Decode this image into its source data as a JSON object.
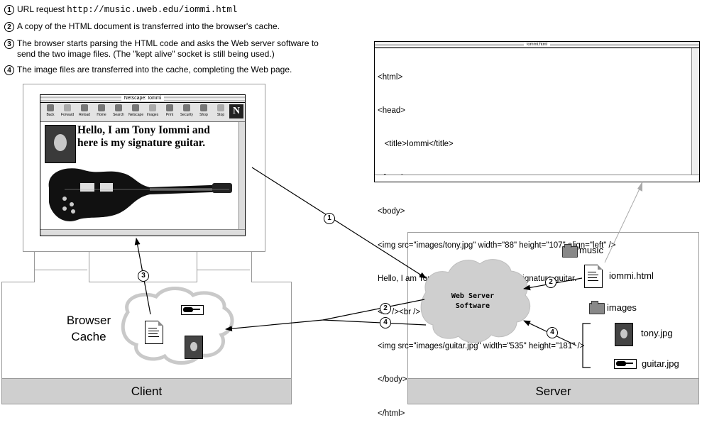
{
  "steps": [
    {
      "num": "1",
      "text": "URL request ",
      "code": "http://music.uweb.edu/iommi.html"
    },
    {
      "num": "2",
      "text": "A copy of the HTML document is transferred into the browser's cache."
    },
    {
      "num": "3",
      "text_line1": "The browser starts parsing the HTML code and asks the Web server software to",
      "text_line2": "send the two image files. (The \"kept alive\" socket is still being used.)"
    },
    {
      "num": "4",
      "text": "The image files are transferred into the cache, completing the Web page."
    }
  ],
  "browser": {
    "title": "Netscape: Iommi",
    "toolbar": [
      "Back",
      "Forward",
      "Reload",
      "Home",
      "Search",
      "Netscape",
      "Images",
      "Print",
      "Security",
      "Shop",
      "Stop"
    ],
    "logo": "N",
    "headline_line1": "Hello, I am Tony Iommi and",
    "headline_line2": "here is my signature guitar."
  },
  "code_window": {
    "title": "iommi.html",
    "lines": [
      "<html>",
      "<head>",
      "   <title>Iommi</title>",
      "</head>",
      "<body>",
      "<img src=\"images/tony.jpg\" width=\"88\" height=\"107\" align=\"left\" />",
      "Hello, I am Tony Iommi and here is my signature guitar.",
      "<br /><br />",
      "<img src=\"images/guitar.jpg\" width=\"535\" height=\"181\" />",
      "</body>",
      "</html>"
    ]
  },
  "cloud": {
    "line1": "Web Server",
    "line2": "Software"
  },
  "cache": {
    "line1": "Browser",
    "line2": "Cache"
  },
  "server_files": {
    "folder_music": "music",
    "file_html": "iommi.html",
    "folder_images": "images",
    "file_tony": "tony.jpg",
    "file_guitar": "guitar.jpg"
  },
  "markers": {
    "m1": "1",
    "m2a": "2",
    "m2b": "2",
    "m3": "3",
    "m4a": "4",
    "m4b": "4"
  },
  "client_label": "Client",
  "server_label": "Server"
}
